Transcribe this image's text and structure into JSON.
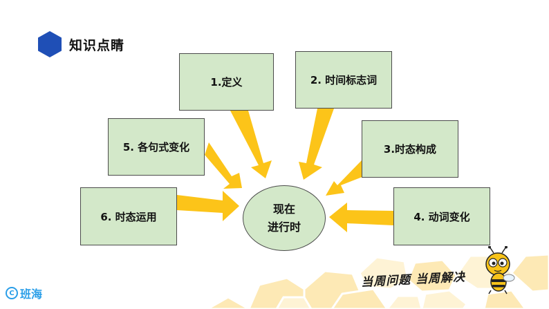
{
  "header": {
    "title": "知识点睛",
    "icon": "hexagon-icon"
  },
  "diagram": {
    "center": {
      "line1": "现在",
      "line2": "进行时"
    },
    "nodes": [
      "1.定义",
      "2. 时间标志词",
      "5. 各句式变化",
      "3.时态构成",
      "6. 时态运用",
      "4. 动词变化"
    ]
  },
  "footer": {
    "brand": "班海",
    "brand_icon": "brand-logo-icon",
    "slogan": "当周问题 当周解决",
    "mascot": "bee-mascot-icon"
  },
  "colors": {
    "box_fill": "#d3e8c9",
    "arrow": "#fcc419",
    "hexagon": "#1f4fb6",
    "brand": "#2a9ee8",
    "honeycomb": "#fde9b5"
  }
}
